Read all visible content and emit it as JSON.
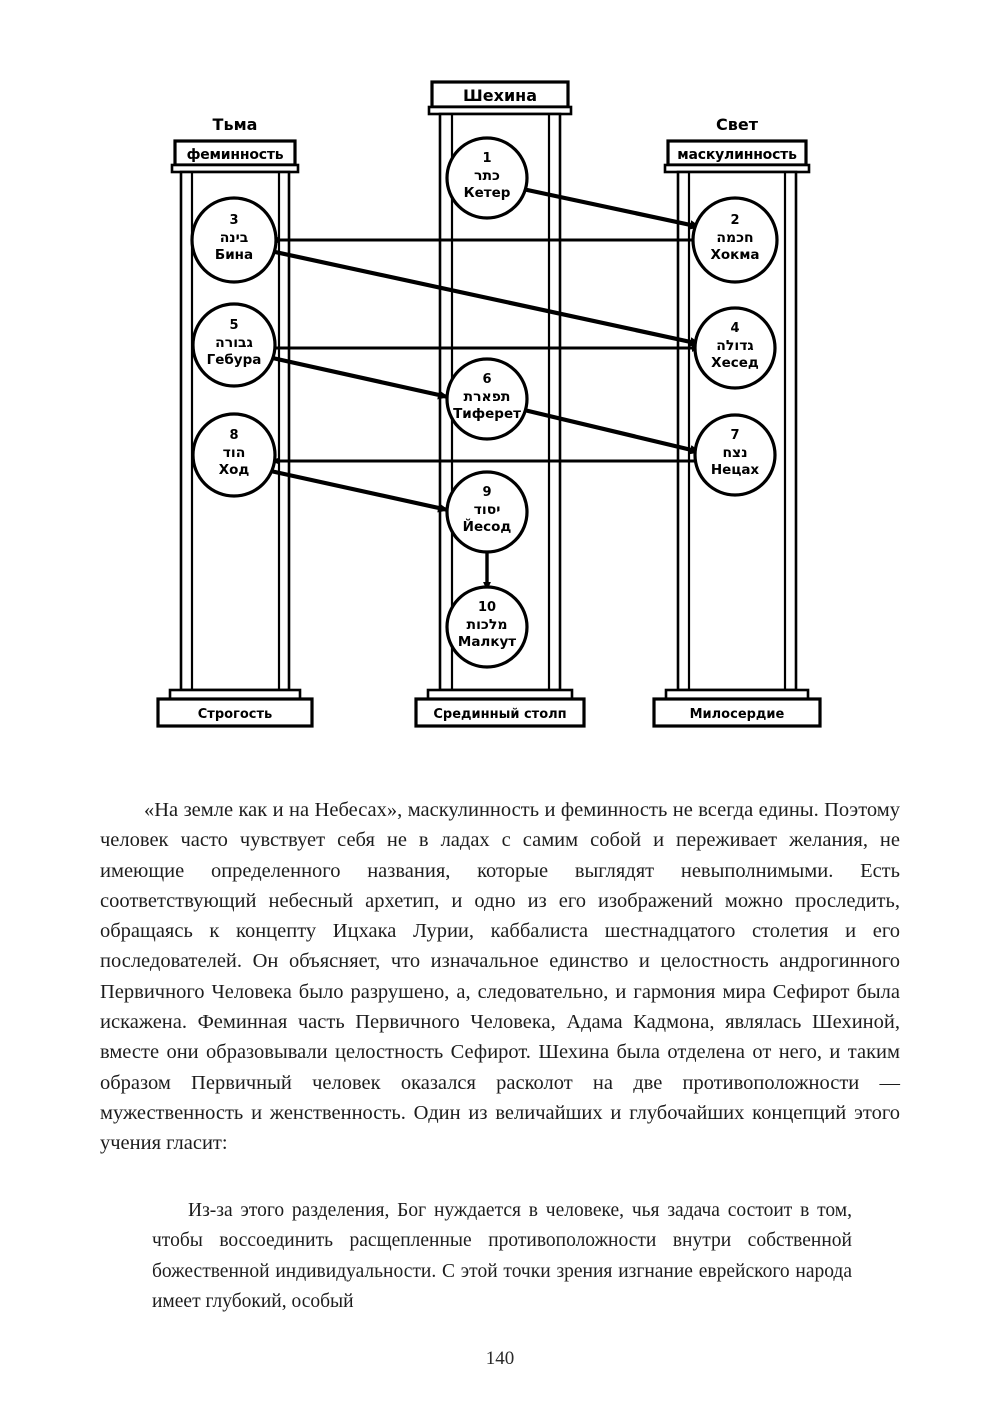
{
  "diagram": {
    "title_shekhina": "Шехина",
    "pillars": [
      {
        "id": "left",
        "top_title": "Тьма",
        "capital_label": "феминность",
        "base_label": "Строгость"
      },
      {
        "id": "middle",
        "top_title": "Шехина",
        "capital_label": "",
        "base_label": "Срединный столп"
      },
      {
        "id": "right",
        "top_title": "Свет",
        "capital_label": "маскулинность",
        "base_label": "Милосердие"
      }
    ],
    "sefirot": [
      {
        "num": "1",
        "hebrew": "כתר",
        "name": "Кетер",
        "pillar": "middle"
      },
      {
        "num": "2",
        "hebrew": "חכמה",
        "name": "Хокма",
        "pillar": "right"
      },
      {
        "num": "3",
        "hebrew": "בינה",
        "name": "Бина",
        "pillar": "left"
      },
      {
        "num": "4",
        "hebrew": "גדולה",
        "name": "Хесед",
        "pillar": "right"
      },
      {
        "num": "5",
        "hebrew": "גבורה",
        "name": "Гебура",
        "pillar": "left"
      },
      {
        "num": "6",
        "hebrew": "תפארת",
        "name": "Тиферет",
        "pillar": "middle"
      },
      {
        "num": "7",
        "hebrew": "נצח",
        "name": "Нецах",
        "pillar": "right"
      },
      {
        "num": "8",
        "hebrew": "הוד",
        "name": "Ход",
        "pillar": "left"
      },
      {
        "num": "9",
        "hebrew": "יסוד",
        "name": "Йесод",
        "pillar": "middle"
      },
      {
        "num": "10",
        "hebrew": "מלכות",
        "name": "Малкут",
        "pillar": "middle"
      }
    ],
    "arrows": [
      {
        "from": "1",
        "to": "2"
      },
      {
        "from": "2",
        "to": "3"
      },
      {
        "from": "3",
        "to": "4"
      },
      {
        "from": "5",
        "to": "4"
      },
      {
        "from": "5",
        "to": "6"
      },
      {
        "from": "6",
        "to": "7"
      },
      {
        "from": "7",
        "to": "8"
      },
      {
        "from": "8",
        "to": "9"
      },
      {
        "from": "9",
        "to": "10"
      }
    ],
    "colors": {
      "ink": "#000000",
      "paper": "#ffffff"
    }
  },
  "content": {
    "paragraph_1": "«На земле как и на Небесах», маскулинность и феминность не всегда едины. Поэтому человек часто чувствует себя не в ладах с самим собой и переживает желания, не имеющие определенного названия, которые выглядят невыполнимыми. Есть соответствующий небесный архетип, и одно из его изображений можно проследить, обращаясь к концепту Ицхака Лурии, каббалиста шестнадцатого столетия и его последователей. Он объясняет, что изначальное единство и целостность андрогинного Первичного Человека было разрушено, а, следовательно, и гармония мира Сефирот была искажена. Феминная часть Первичного Человека, Адама Кадмона, являлась Шехиной, вместе они образовывали целостность Сефирот. Шехина была отделена от него, и таким образом Первичный человек оказался расколот на две противоположности — мужественность и женственность. Один из величайших и глубочайших концепций этого учения гласит:",
    "quote_1": "Из-за этого разделения, Бог нуждается в человеке, чья задача состоит в том, чтобы воссоединить расщепленные противоположности внутри собственной божественной индивидуальности. С этой точки зрения изгнание еврейского народа имеет глубокий, особый",
    "page_number": "140"
  }
}
